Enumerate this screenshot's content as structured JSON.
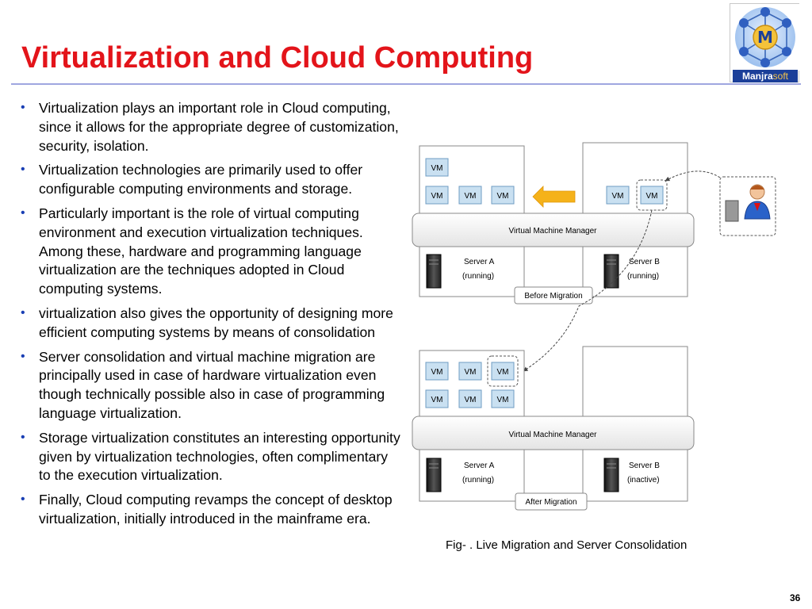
{
  "slide": {
    "title": "Virtualization and Cloud Computing",
    "logo": {
      "name_part1": "Manjra",
      "name_part2": "soft",
      "letter": "M"
    },
    "bullets": [
      "Virtualization plays an important role in Cloud computing, since it allows for the appropriate degree of customization, security, isolation.",
      "Virtualization technologies are primarily used to offer configurable computing environments and storage.",
      "Particularly important is the role of virtual computing environment and execution virtualization techniques. Among these, hardware and programming language virtualization are the techniques adopted in Cloud computing systems.",
      "virtualization also gives the opportunity of designing more efficient computing systems by means of consolidation",
      "Server consolidation and virtual machine migration are principally used in case of hardware virtualization even though technically possible also in case of programming language virtualization.",
      "Storage virtualization constitutes an interesting opportunity given by virtualization technologies, often complimentary to the execution virtualization.",
      "Finally, Cloud computing revamps the concept of desktop virtualization, initially introduced in the mainframe era."
    ],
    "caption": "Fig- . Live Migration and Server Consolidation",
    "page_number": "36"
  },
  "diagram": {
    "vm_label": "VM",
    "manager_label": "Virtual Machine Manager",
    "before": {
      "label": "Before Migration",
      "server_a": {
        "name": "Server A",
        "status": "(running)"
      },
      "server_b": {
        "name": "Server B",
        "status": "(running)"
      }
    },
    "after": {
      "label": "After Migration",
      "server_a": {
        "name": "Server A",
        "status": "(running)"
      },
      "server_b": {
        "name": "Server B",
        "status": "(inactive)"
      }
    },
    "colors": {
      "arrow_fill": "#f5b21a",
      "vm_fill": "#c9e0f1",
      "vm_stroke": "#6f9cc3",
      "panel_stroke": "#8a8a8a"
    }
  }
}
